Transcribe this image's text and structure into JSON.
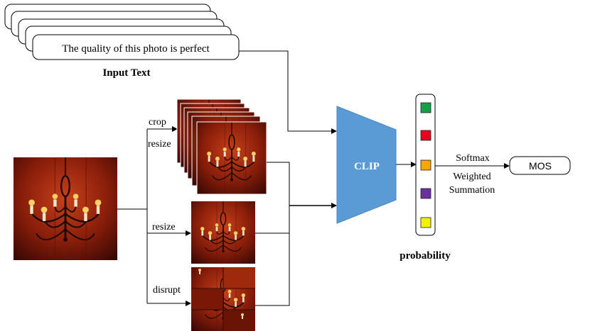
{
  "input_text": {
    "prompt": "The quality of this photo is perfect",
    "caption": "Input Text"
  },
  "branches": {
    "crop": "crop",
    "resize_top": "resize",
    "resize_mid": "resize",
    "disrupt": "disrupt"
  },
  "model": {
    "label": "CLIP"
  },
  "probability": {
    "caption": "probability",
    "colors": [
      "#12a04a",
      "#e8001c",
      "#f5a800",
      "#6b2fa0",
      "#f2f200"
    ]
  },
  "aggregation": {
    "softmax": "Softmax",
    "weighted": "Weighted",
    "summation": "Summation"
  },
  "output": {
    "label": "MOS"
  },
  "palette": {
    "clip_fill": "#5b9bd5",
    "clip_stroke": "#4a86c0",
    "photo_dark": "#3a0804",
    "photo_mid": "#8a1e0a",
    "photo_light": "#c8401a"
  }
}
